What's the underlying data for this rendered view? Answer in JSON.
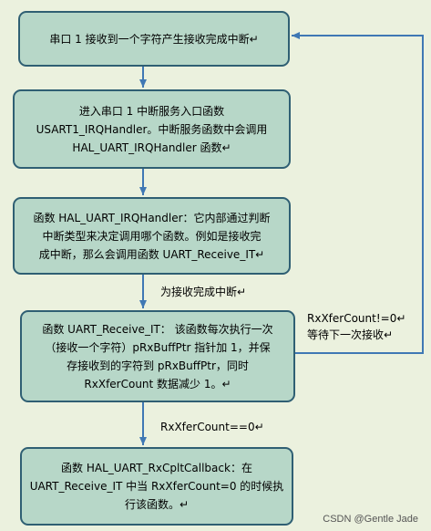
{
  "colors": {
    "background": "#ebf1de",
    "node_fill": "#b7d7c8",
    "node_border": "#2f5f73",
    "arrow": "#3f78b4"
  },
  "nodes": {
    "uart_receive_complete": "串口 1 接收到一个字符产生接收完成中断↵",
    "enter_irq_handler": [
      "进入串口 1 中断服务入口函数",
      "USART1_IRQHandler。中断服务函数中会调用",
      "HAL_UART_IRQHandler 函数↵"
    ],
    "hal_uart_irq_handler": [
      "函数 HAL_UART_IRQHandler：它内部通过判断",
      "中断类型来决定调用哪个函数。例如是接收完",
      "成中断，那么会调用函数   UART_Receive_IT↵"
    ],
    "uart_receive_it": [
      "函数 UART_Receive_IT：  该函数每次执行一次",
      "（接收一个字符）pRxBuffPtr 指针加 1，并保",
      "存接收到的字符到 pRxBuffPtr，同时",
      "RxXferCount 数据减少 1。↵"
    ],
    "rx_cplt_callback": [
      "函数 HAL_UART_RxCpltCallback：在",
      "UART_Receive_IT 中当 RxXferCount=0 的时候执",
      "行该函数。↵"
    ]
  },
  "edge_labels": {
    "receive_complete_interrupt": "为接收完成中断↵",
    "count_not_zero": "RxXferCount!=0↵",
    "wait_next_receive": "等待下一次接收↵",
    "count_zero": "RxXferCount==0↵"
  },
  "watermark": "CSDN @Gentle Jade"
}
